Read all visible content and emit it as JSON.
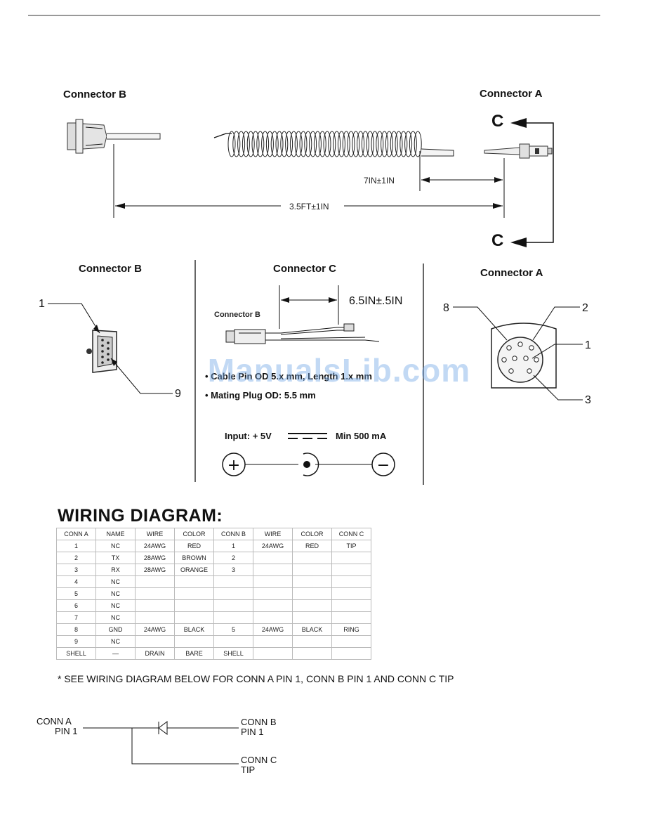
{
  "top_view": {
    "connector_b_label": "Connector B",
    "connector_a_label": "Connector A",
    "c_label_top": "C",
    "c_label_bottom": "C",
    "dim_coil": "7IN±1IN",
    "dim_total": "3.5FT±1IN"
  },
  "detail_panels": {
    "connector_b": {
      "title": "Connector B",
      "pin_top": "1",
      "pin_bottom": "9"
    },
    "connector_c": {
      "title": "Connector C",
      "dim": "6.5IN±.5IN",
      "sub_label": "Connector B",
      "bullet_1": "• Cable Pin OD 5.x mm, Length 1.x mm",
      "bullet_2": "• Mating Plug OD: 5.5 mm",
      "input_label": "Input: + 5V",
      "min_label": "Min 500 mA",
      "plus_symbol": "+",
      "minus_symbol": "−"
    },
    "connector_a": {
      "title": "Connector A",
      "pin_8": "8",
      "pin_2": "2",
      "pin_1": "1",
      "pin_3": "3"
    }
  },
  "watermark": "ManualsLib.com",
  "wiring": {
    "title": "WIRING DIAGRAM:",
    "headers": [
      "CONN A",
      "NAME",
      "WIRE",
      "COLOR",
      "CONN B",
      "WIRE",
      "COLOR",
      "CONN C"
    ],
    "rows": [
      [
        "1",
        "NC",
        "24AWG",
        "RED",
        "1",
        "24AWG",
        "RED",
        "TIP"
      ],
      [
        "2",
        "TX",
        "28AWG",
        "BROWN",
        "2",
        "",
        "",
        ""
      ],
      [
        "3",
        "RX",
        "28AWG",
        "ORANGE",
        "3",
        "",
        "",
        ""
      ],
      [
        "4",
        "NC",
        "",
        "",
        "",
        "",
        "",
        ""
      ],
      [
        "5",
        "NC",
        "",
        "",
        "",
        "",
        "",
        ""
      ],
      [
        "6",
        "NC",
        "",
        "",
        "",
        "",
        "",
        ""
      ],
      [
        "7",
        "NC",
        "",
        "",
        "",
        "",
        "",
        ""
      ],
      [
        "8",
        "GND",
        "24AWG",
        "BLACK",
        "5",
        "24AWG",
        "BLACK",
        "RING"
      ],
      [
        "9",
        "NC",
        "",
        "",
        "",
        "",
        "",
        ""
      ],
      [
        "SHELL",
        "—",
        "DRAIN",
        "BARE",
        "SHELL",
        "",
        "",
        ""
      ]
    ],
    "footnote": "* SEE WIRING DIAGRAM BELOW FOR CONN A PIN 1, CONN B PIN 1 AND CONN C TIP"
  },
  "schematic": {
    "conn_a_line1": "CONN A",
    "conn_a_line2": "PIN 1",
    "conn_b_line1": "CONN B",
    "conn_b_line2": "PIN 1",
    "conn_c_line1": "CONN C",
    "conn_c_line2": "TIP"
  }
}
